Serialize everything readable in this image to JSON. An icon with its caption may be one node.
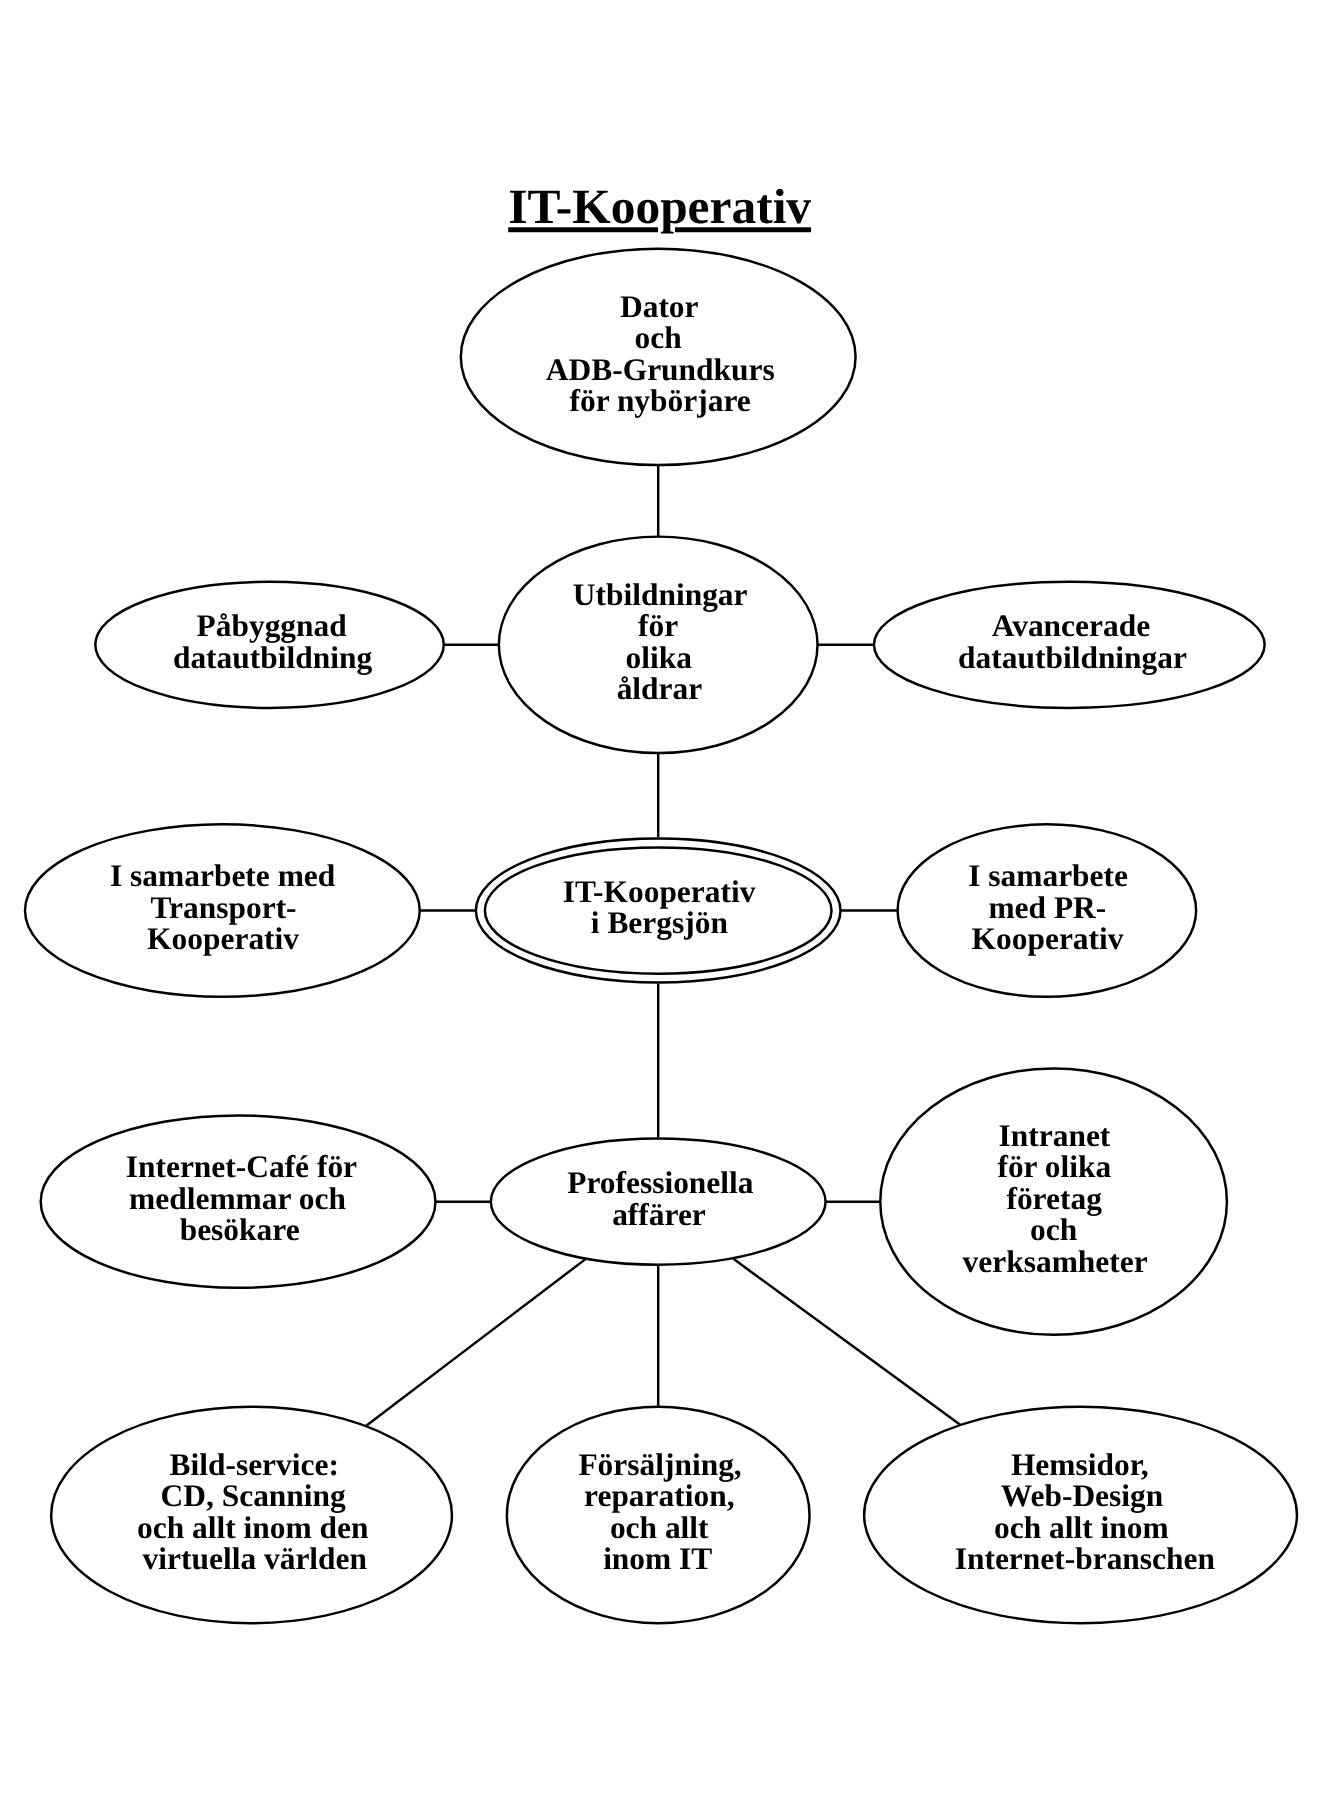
{
  "diagram": {
    "title": "IT-Kooperativ",
    "nodes": [
      {
        "text": [
          "Dator och ADB-Grundkurs för nybörjare"
        ]
      },
      {
        "text": [
          "Påbyggnad datautbildning"
        ]
      },
      {
        "text": [
          "Avancerade datautbildningar"
        ]
      },
      {
        "text": [
          "Utbildningar för olika åldrar"
        ]
      },
      {
        "text": [
          "I samarbete med Transport- Kooperativ"
        ]
      },
      {
        "text": [
          "IT-Kooperativ i Bergsjön"
        ]
      },
      {
        "text": [
          "I samarbete med PR- Kooperativ"
        ]
      },
      {
        "text": [
          "Internet-Café för medlemmar och besökare"
        ]
      },
      {
        "text": [
          "Professionella affärer"
        ]
      },
      {
        "text": [
          "Intranet för olika företag och verksamheter"
        ]
      },
      {
        "text": [
          "Bild-service: CD, Scanning och allt inom den virtuella världen"
        ]
      },
      {
        "text": [
          "Försäljning, reparation, och allt inom IT"
        ]
      },
      {
        "text": [
          "Hemsidor, Web-Design och allt inom Internet-branschen"
        ]
      }
    ],
    "edges": [
      {
        "from": 0,
        "to": 3,
        "arrow": "none"
      },
      {
        "from": 1,
        "to": 3,
        "arrow": "none"
      },
      {
        "from": 3,
        "to": 2,
        "arrow": "none"
      },
      {
        "from": 3,
        "to": 5,
        "arrow": "none"
      },
      {
        "from": 4,
        "to": 5,
        "arrow": "none"
      },
      {
        "from": 5,
        "to": 6,
        "arrow": "none"
      },
      {
        "from": 5,
        "to": 8,
        "arrow": "none"
      },
      {
        "from": 7,
        "to": 8,
        "arrow": "none"
      },
      {
        "from": 8,
        "to": 9,
        "arrow": "none"
      },
      {
        "from": 8,
        "to": 10,
        "arrow": "none"
      },
      {
        "from": 8,
        "to": 11,
        "arrow": "none"
      },
      {
        "from": 8,
        "to": 12,
        "arrow": "none"
      }
    ]
  }
}
